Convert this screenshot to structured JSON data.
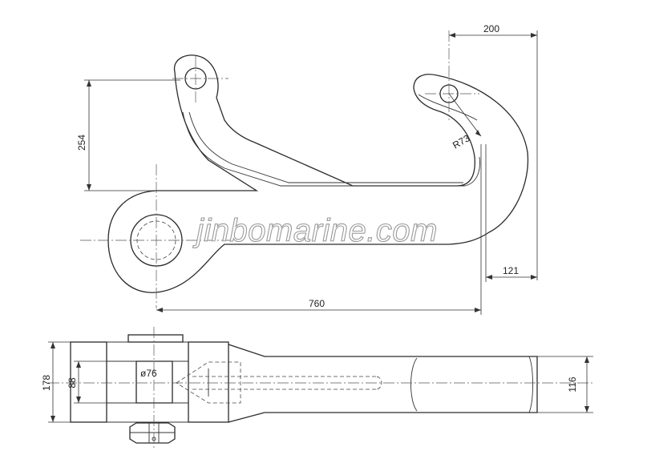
{
  "watermark": "jinbomarine.com",
  "dimensions": {
    "top_width": "200",
    "hook_radius": "R73",
    "pin_height": "254",
    "overall_length": "760",
    "tip_offset": "121",
    "pin_diameter": "ø76",
    "overall_thickness": "178",
    "eye_thickness": "88",
    "tip_thickness": "116"
  }
}
